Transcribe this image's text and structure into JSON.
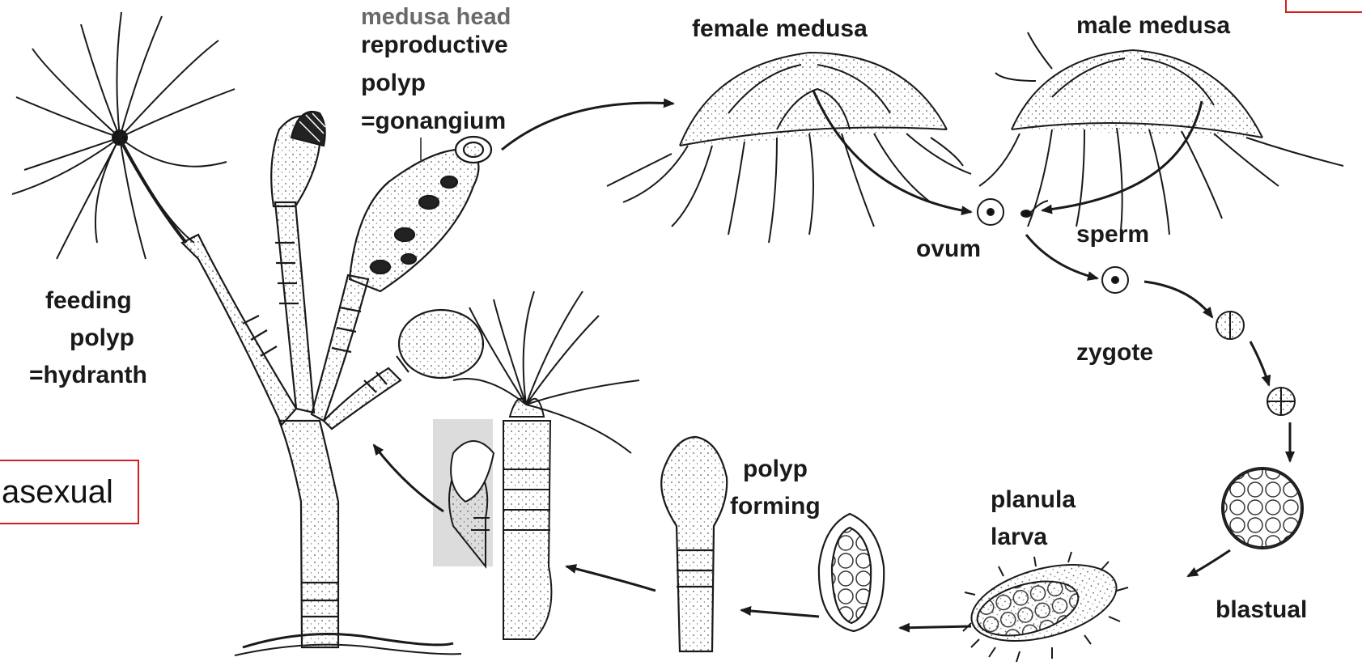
{
  "labels": {
    "medusa_head": "medusa head",
    "reproductive_polyp": "reproductive",
    "polyp_word": "polyp",
    "gonangium": "=gonangium",
    "female_medusa": "female medusa",
    "male_medusa": "male medusa",
    "ovum": "ovum",
    "sperm": "sperm",
    "zygote": "zygote",
    "blastual": "blastual",
    "planula": "planula",
    "larva": "larva",
    "polyp_forming_1": "polyp",
    "polyp_forming_2": "forming",
    "feeding": "feeding",
    "feeding_polyp": "polyp",
    "hydranth": "=hydranth",
    "asexual": "asexual"
  },
  "colors": {
    "annotation_red": "#d21f1f",
    "ink": "#1a1a1a",
    "highlight_grey": "#dcdcdc"
  }
}
